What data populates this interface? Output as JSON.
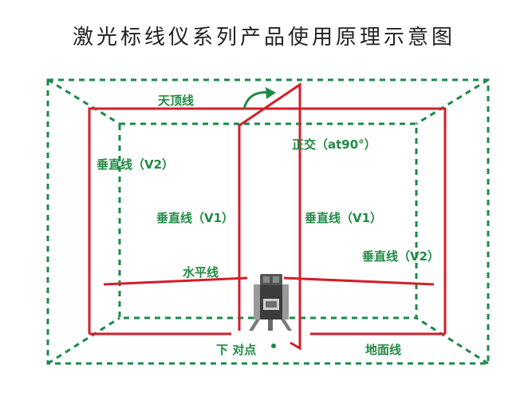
{
  "title": "激光标线仪系列产品使用原理示意图",
  "colors": {
    "laser": "#d21f2a",
    "frame": "#1a8a4a",
    "label": "#1f8a43",
    "title": "#222222"
  },
  "labels": {
    "ceiling": "天顶线",
    "orthogonal": "正交（at90°）",
    "vertical_v2_left": "垂直线（V2）",
    "vertical_v1_left": "垂直线（V1）",
    "vertical_v1_right": "垂直线（V1）",
    "vertical_v2_right": "垂直线（V2）",
    "horizontal": "水平线",
    "plumb_point": "下 对点",
    "floor": "地面线"
  },
  "icons": {
    "rotation": "curved-arrow-icon",
    "device": "laser-level-icon",
    "point": "plumb-dot-icon"
  }
}
